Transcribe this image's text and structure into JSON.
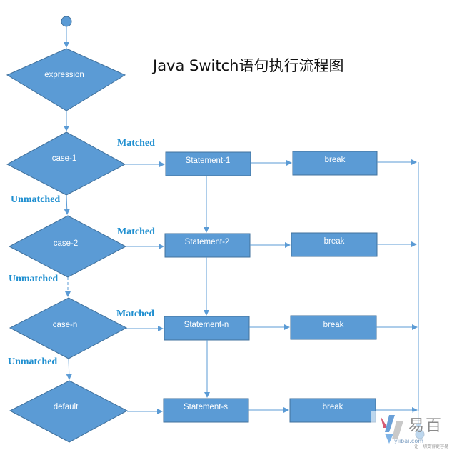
{
  "title": "Java Switch语句执行流程图",
  "nodes": {
    "expression": "expression",
    "case1": "case-1",
    "case2": "case-2",
    "casen": "case-n",
    "default": "default",
    "statement1": "Statement-1",
    "statement2": "Statement-2",
    "statementn": "Statement-n",
    "statements": "Statement-s",
    "break1": "break",
    "break2": "break",
    "breakn": "break",
    "breaks": "break"
  },
  "edge_labels": {
    "matched": "Matched",
    "unmatched": "Unmatched"
  },
  "watermark": {
    "logo_text": "易百",
    "site": "yiibai.com",
    "slogan": "让一切变得更容易"
  },
  "colors": {
    "node_fill": "#5b9bd5",
    "node_stroke": "#41719c",
    "arrow": "#5b9bd5",
    "label": "#1f8fd0"
  }
}
